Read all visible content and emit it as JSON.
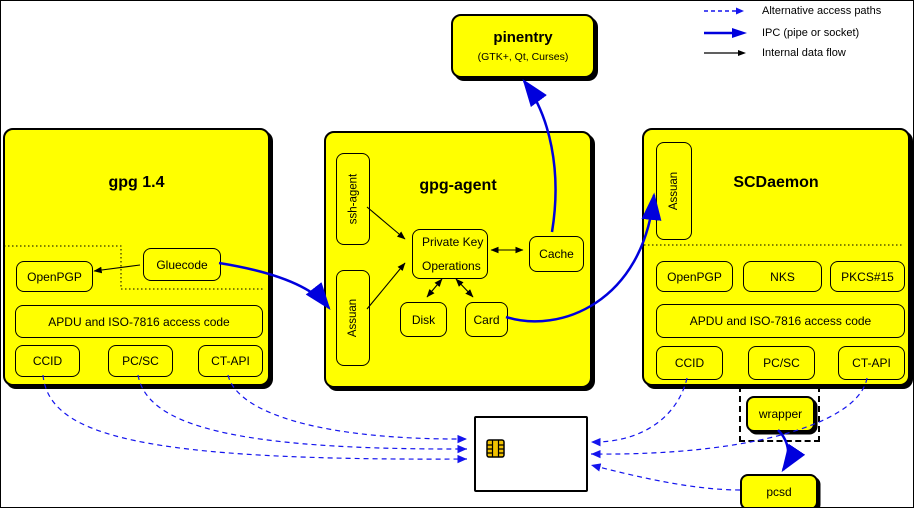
{
  "legend": {
    "items": [
      {
        "label": "Alternative access paths",
        "style": "dashed-blue-arrow"
      },
      {
        "label": "IPC (pipe or socket)",
        "style": "thick-blue-arrow"
      },
      {
        "label": "Internal data flow",
        "style": "thin-black-arrow"
      }
    ]
  },
  "pinentry": {
    "title": "pinentry",
    "subtitle": "(GTK+, Qt, Curses)"
  },
  "gpg14": {
    "title": "gpg 1.4",
    "modules": {
      "openpgp": "OpenPGP",
      "gluecode": "Gluecode",
      "apdu": "APDU and ISO-7816 access code",
      "ccid": "CCID",
      "pcsc": "PC/SC",
      "ctapi": "CT-API"
    }
  },
  "gpgagent": {
    "title": "gpg-agent",
    "modules": {
      "sshagent": "ssh-agent",
      "assuan": "Assuan",
      "pko_line1": "Private Key",
      "pko_line2": "Operations",
      "cache": "Cache",
      "disk": "Disk",
      "card": "Card"
    }
  },
  "scdaemon": {
    "title": "SCDaemon",
    "modules": {
      "assuan": "Assuan",
      "openpgp": "OpenPGP",
      "nks": "NKS",
      "pkcs15": "PKCS#15",
      "apdu": "APDU and ISO-7816 access code",
      "ccid": "CCID",
      "pcsc": "PC/SC",
      "ctapi": "CT-API"
    }
  },
  "wrapper": {
    "label": "wrapper"
  },
  "pcsd": {
    "label": "pcsd"
  },
  "smartcard": {
    "icon": "smartcard-chip-icon"
  },
  "colors": {
    "module_fill": "#ffff00",
    "border": "#000000",
    "ipc_arrow": "#0000dd",
    "alt_path_arrow": "#1414ee",
    "internal_arrow": "#000000",
    "chip": "#f2c200",
    "card_fill": "#ffffff"
  }
}
